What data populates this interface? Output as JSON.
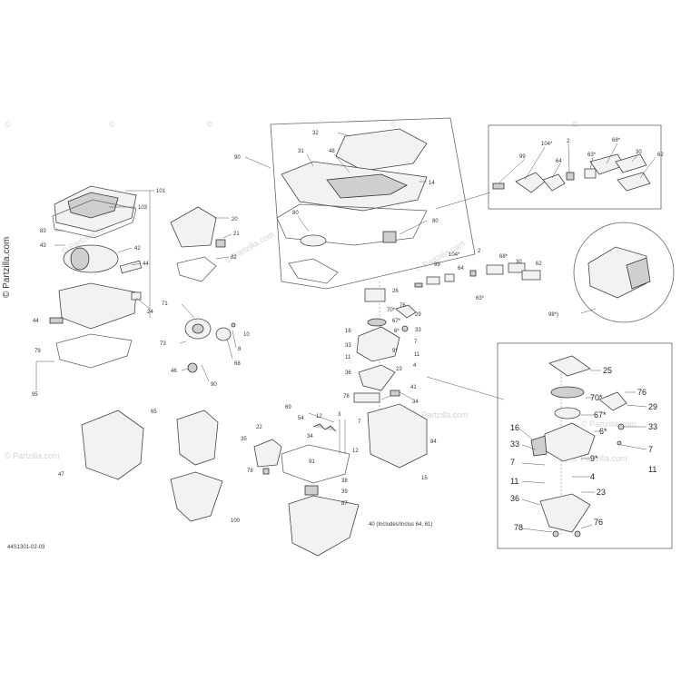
{
  "watermark": {
    "brand": "© Partzilla.com",
    "glyph": "©"
  },
  "diagram_code": "44S1301-02-03",
  "callouts": {
    "c101": "101",
    "c103": "103",
    "c83": "83",
    "c43": "43",
    "c42": "42",
    "c44a": "44",
    "c44b": "44",
    "c79": "79",
    "c95": "95",
    "c24": "24",
    "c20": "20",
    "c21": "21",
    "c82": "82",
    "c71": "71",
    "c73": "73",
    "c8": "8",
    "c10": "10",
    "c68": "68",
    "c46": "46",
    "c90a": "90",
    "c90b": "90",
    "c32": "32",
    "c31": "31",
    "c48": "48",
    "c14": "14",
    "c80a": "80",
    "c80b": "80",
    "c104a": "104*",
    "c2a": "2",
    "c68a": "68*",
    "c99a": "99",
    "c64a": "64",
    "c63a": "63*",
    "c30a": "30",
    "c62a": "62",
    "c104b": "104*",
    "c2b": "2",
    "c68b": "68*",
    "c99b": "99",
    "c64b": "64",
    "c63b": "63*",
    "c30b": "30",
    "c62b": "62",
    "c98": "98*)",
    "c26s": "26",
    "c76s": "76",
    "c70s": "70*",
    "c29s": "29",
    "c67s": "67*",
    "c33s": "33",
    "c6s": "6*",
    "c7s": "7",
    "c16s": "16",
    "c33t": "33",
    "c9s": "9*",
    "c11s": "11",
    "c11t": "11",
    "c4s": "4",
    "c36s": "36",
    "c23s": "23",
    "c78s": "78",
    "c41": "41",
    "c34s": "34",
    "c84": "84",
    "c15": "15",
    "c69": "69",
    "c54": "54",
    "c12": "12",
    "c3": "3",
    "c34t": "34",
    "c12t": "12",
    "c91": "91",
    "c38": "38",
    "c39": "39",
    "c87": "87",
    "c40": "40 (Includes/Inclus 64, 61)",
    "c65": "65",
    "c78t": "78",
    "c35": "35",
    "c22": "22",
    "c100": "100",
    "c47": "47",
    "c25": "25",
    "c76": "76",
    "c70": "70*",
    "c29": "29",
    "c67": "67*",
    "c16": "16",
    "c33": "33",
    "c6": "6*",
    "c7": "7",
    "c33b": "33",
    "c9": "9*",
    "c11": "11",
    "c4": "4",
    "c36": "36",
    "c23": "23",
    "c78": "78",
    "c76b": "76"
  }
}
